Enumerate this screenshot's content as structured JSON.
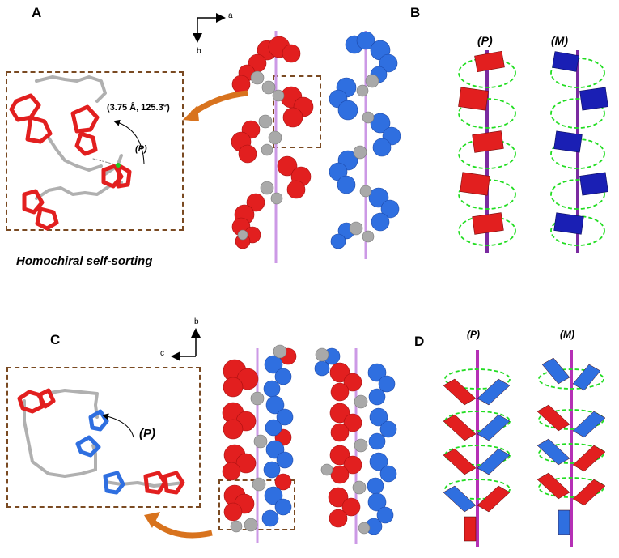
{
  "panels": {
    "a": {
      "letter": "A",
      "annotation": "(3.75 Å, 125.3°)",
      "chirality": "(P)",
      "caption": "Homochiral self-sorting",
      "axis_x": "a",
      "axis_y": "b"
    },
    "b": {
      "letter": "B",
      "left_label": "(P)",
      "right_label": "(M)"
    },
    "c": {
      "letter": "C",
      "chirality": "(P)",
      "axis_x": "c",
      "axis_y": "b"
    },
    "d": {
      "letter": "D",
      "left_label": "(P)",
      "right_label": "(M)"
    }
  },
  "colors": {
    "red": "#e21f1f",
    "blue": "#2f6fe0",
    "navy": "#1a1fb4",
    "gray": "#a9a9a9",
    "rod": "#7a2aa0",
    "rod_light": "#cc99e6",
    "dash_green": "#22dd22",
    "box_brown": "#7a4a22",
    "arrow_orange": "#d8731e"
  }
}
